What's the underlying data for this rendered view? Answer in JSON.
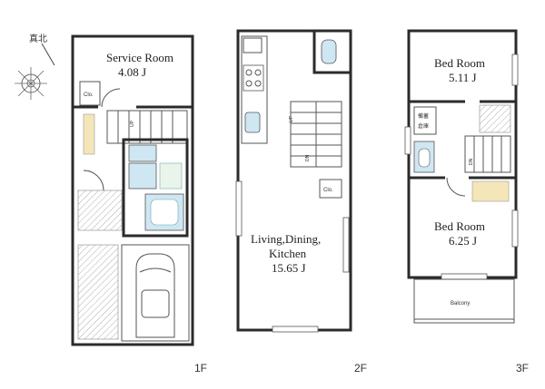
{
  "north_label": "真北",
  "floors": [
    {
      "label": "1F",
      "rooms": [
        {
          "name": "Service Room",
          "area": "4.08 J"
        }
      ],
      "marks": [
        "Clo.",
        "UP"
      ]
    },
    {
      "label": "2F",
      "rooms": [
        {
          "name_lines": [
            "Living,Dining,",
            "Kitchen"
          ],
          "area": "15.65 J"
        }
      ],
      "marks": [
        "UP",
        "DN",
        "Clo."
      ]
    },
    {
      "label": "3F",
      "rooms": [
        {
          "name": "Bed Room",
          "area": "5.11 J"
        },
        {
          "name": "Bed Room",
          "area": "6.25 J"
        }
      ],
      "storage_label": "備蓄倉庫",
      "marks": [
        "DN",
        "Balcony"
      ]
    }
  ],
  "colors": {
    "wall": "#2b2b2b",
    "fixture": "#cfe7f2",
    "wood": "#f4e6b8"
  }
}
